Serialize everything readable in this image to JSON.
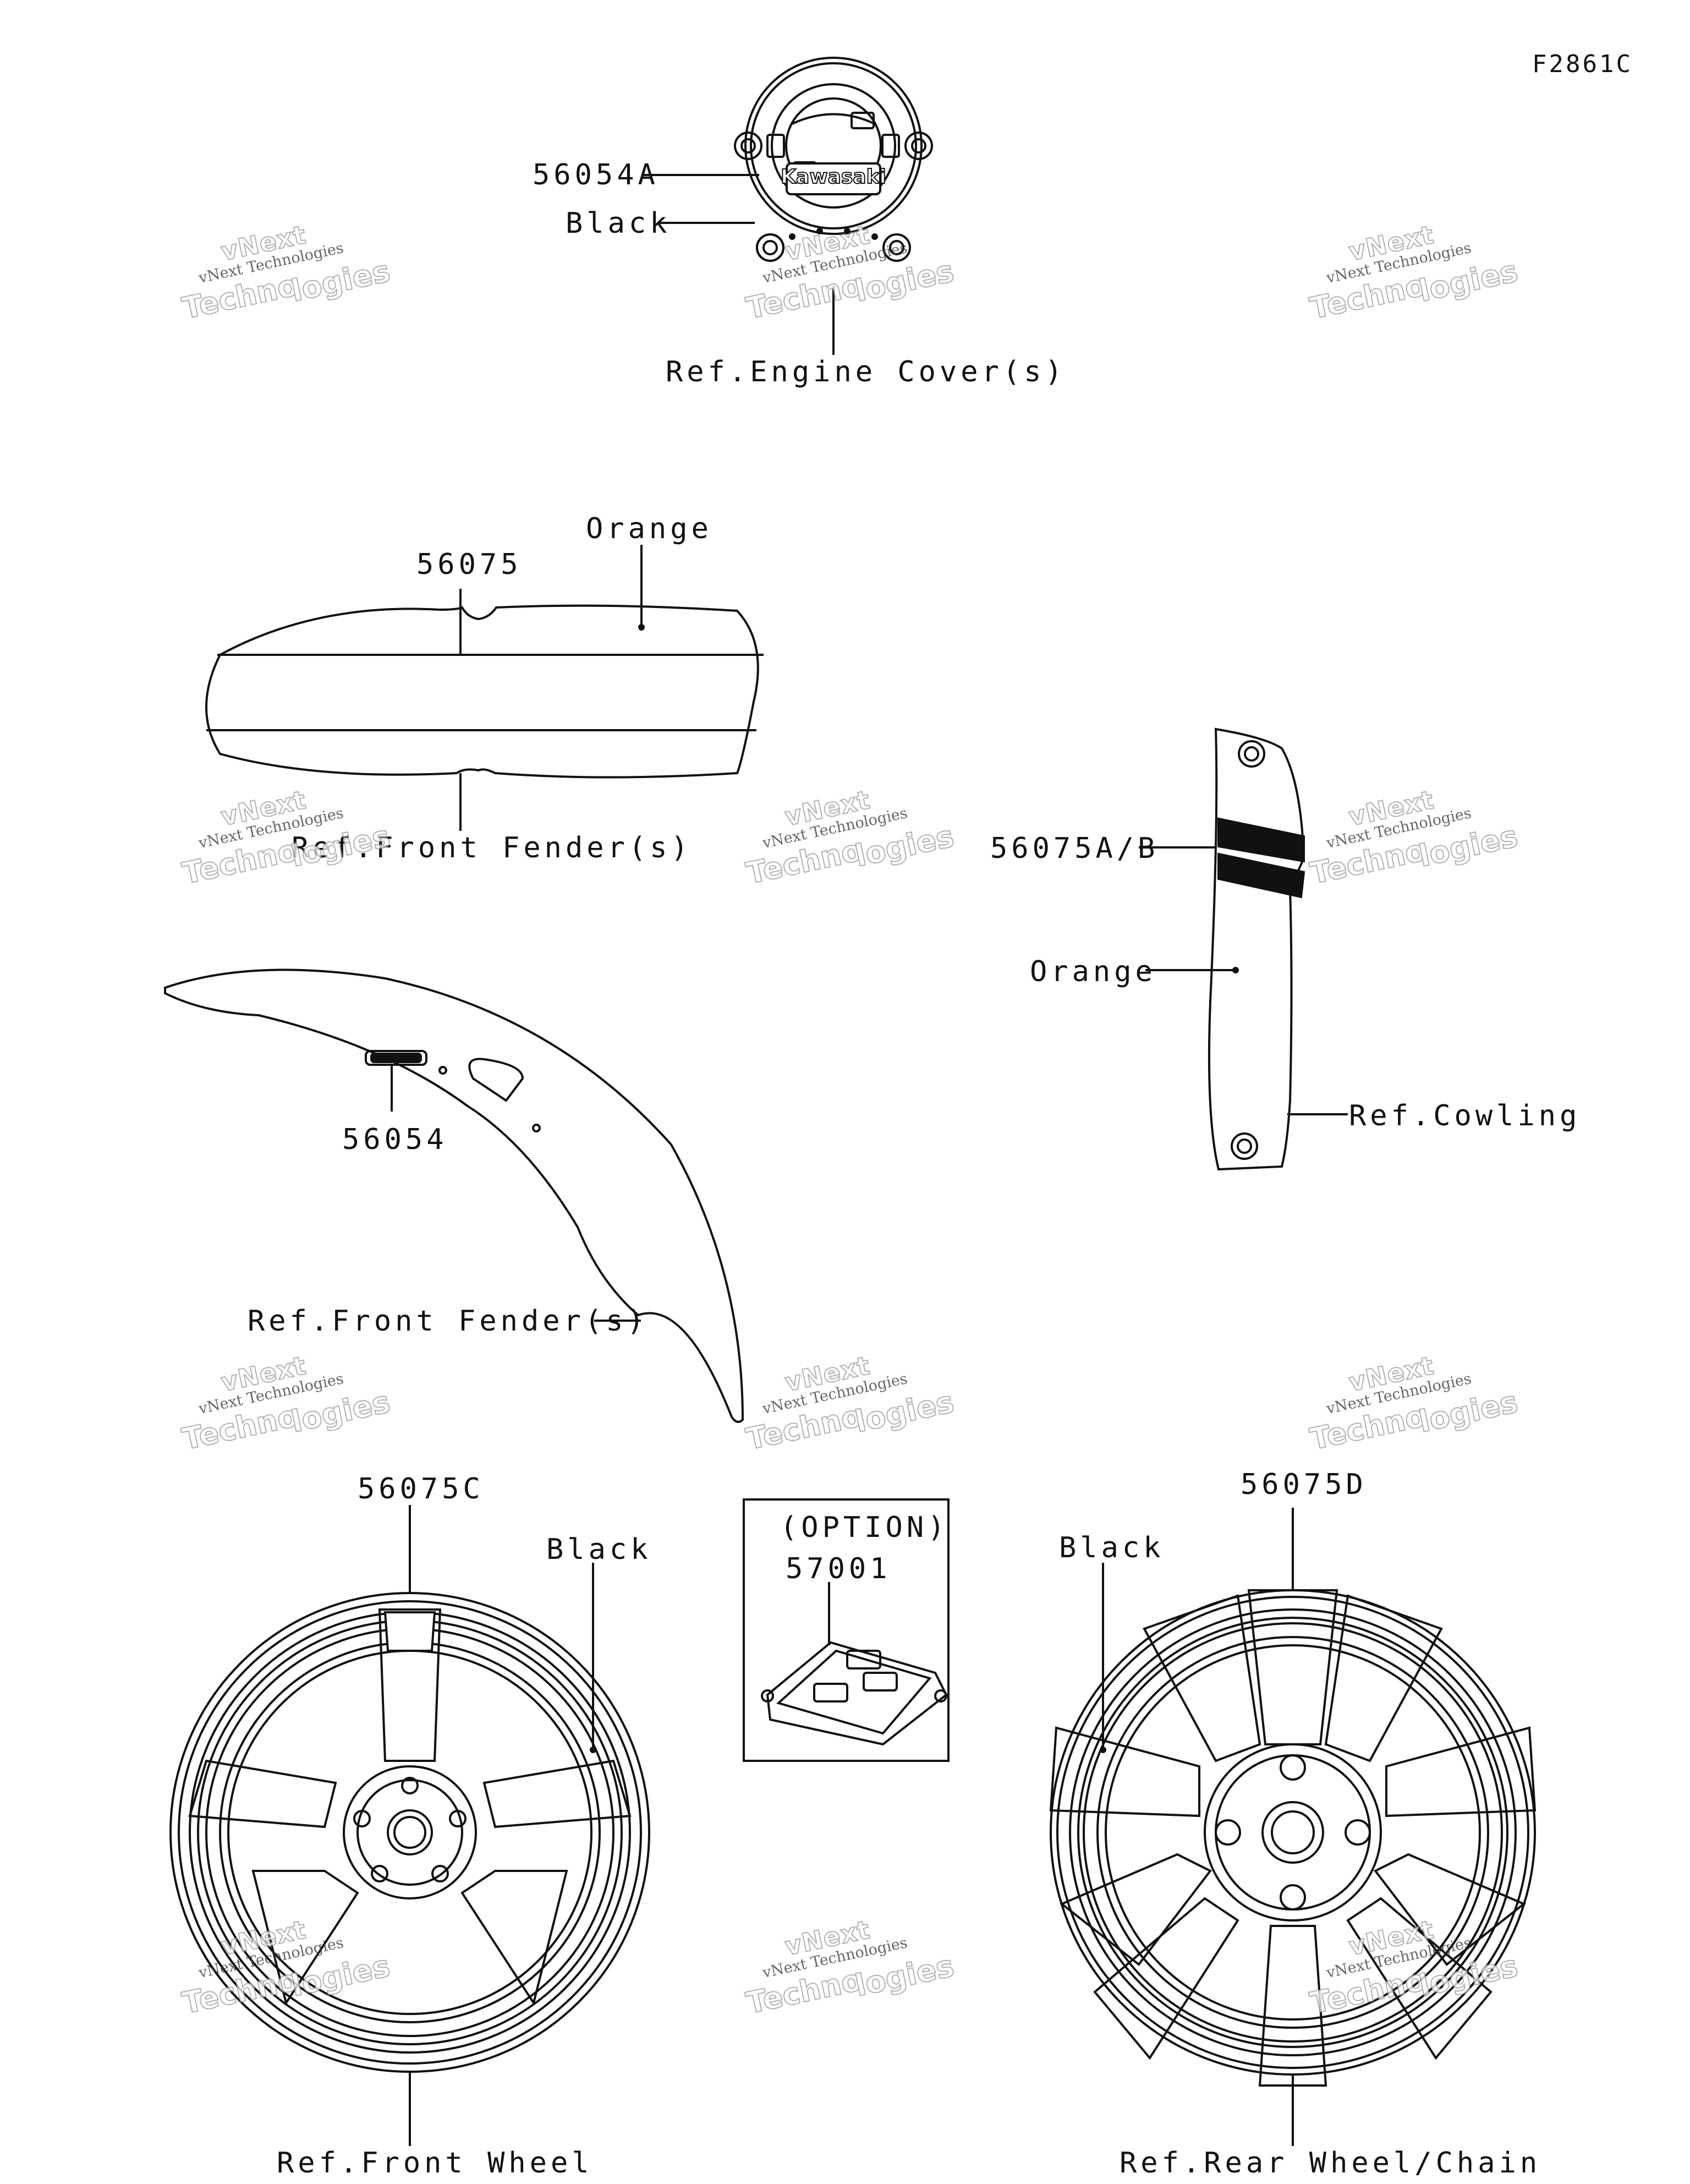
{
  "figure_code": "F2861C",
  "labels": {
    "engine_part": "56054A",
    "engine_color": "Black",
    "engine_ref": "Ref.Engine Cover(s)",
    "fender_orange": "Orange",
    "fender_part": "56075",
    "fender_ref1": "Ref.Front Fender(s)",
    "cowl_part": "56075A/B",
    "cowl_color": "Orange",
    "cowl_ref": "Ref.Cowling",
    "side_fender_part": "56054",
    "side_fender_ref": "Ref.Front Fender(s)",
    "front_wheel_part": "56075C",
    "front_wheel_color": "Black",
    "front_wheel_ref": "Ref.Front Wheel",
    "option_label": "(OPTION)",
    "option_part": "57001",
    "rear_wheel_part": "56075D",
    "rear_wheel_color": "Black",
    "rear_wheel_ref": "Ref.Rear Wheel/Chain"
  },
  "logo_text": "Kawasaki",
  "watermark": {
    "line1": "vNext",
    "line2": "vNext Technologies",
    "line3": "Techno",
    "line4": "logies"
  }
}
